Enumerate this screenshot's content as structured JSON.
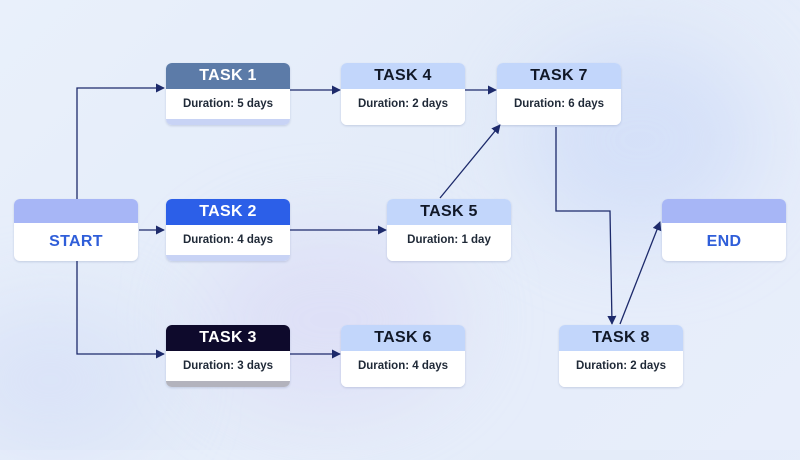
{
  "start": {
    "label": "START"
  },
  "end": {
    "label": "END"
  },
  "tasks": [
    {
      "title": "TASK 1",
      "duration": "Duration: 5 days",
      "header_color": "#5c7ba8",
      "title_color": "#ffffff",
      "footer_color": "#c8d3f5"
    },
    {
      "title": "TASK 2",
      "duration": "Duration: 4 days",
      "header_color": "#2c5fe8",
      "title_color": "#ffffff",
      "footer_color": "#c8d3f5"
    },
    {
      "title": "TASK 3",
      "duration": "Duration: 3 days",
      "header_color": "#0e0a2c",
      "title_color": "#ffffff",
      "footer_color": "#b3b3bd"
    },
    {
      "title": "TASK 4",
      "duration": "Duration: 2 days",
      "header_color": "#c2d6fb",
      "title_color": "#111827",
      "footer_color": "#ffffff"
    },
    {
      "title": "TASK 5",
      "duration": "Duration: 1 day",
      "header_color": "#c2d6fb",
      "title_color": "#111827",
      "footer_color": "#ffffff"
    },
    {
      "title": "TASK 6",
      "duration": "Duration: 4 days",
      "header_color": "#c2d6fb",
      "title_color": "#111827",
      "footer_color": "#ffffff"
    },
    {
      "title": "TASK 7",
      "duration": "Duration: 6 days",
      "header_color": "#c2d6fb",
      "title_color": "#111827",
      "footer_color": "#ffffff"
    },
    {
      "title": "TASK 8",
      "duration": "Duration: 2 days",
      "header_color": "#c2d6fb",
      "title_color": "#111827",
      "footer_color": "#ffffff"
    }
  ],
  "edges": [
    [
      "START",
      "TASK 1"
    ],
    [
      "START",
      "TASK 2"
    ],
    [
      "START",
      "TASK 3"
    ],
    [
      "TASK 1",
      "TASK 4"
    ],
    [
      "TASK 2",
      "TASK 5"
    ],
    [
      "TASK 3",
      "TASK 6"
    ],
    [
      "TASK 4",
      "TASK 7"
    ],
    [
      "TASK 5",
      "TASK 7"
    ],
    [
      "TASK 7",
      "TASK 8"
    ],
    [
      "TASK 8",
      "END"
    ]
  ],
  "colors": {
    "arrow": "#1d2a6b",
    "endpoint_header": "#a7b6f6",
    "endpoint_text": "#2f5ed9"
  }
}
